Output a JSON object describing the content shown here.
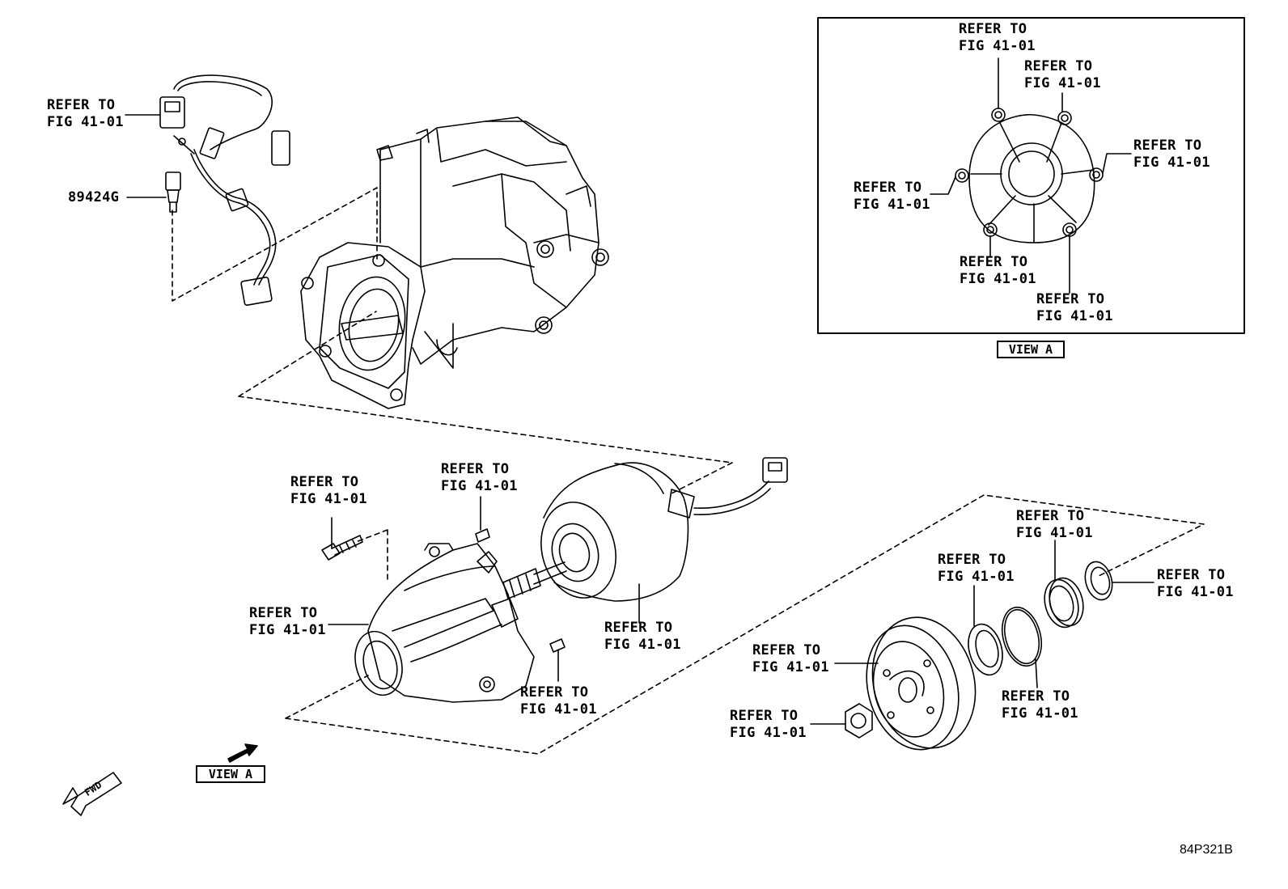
{
  "refer_label": {
    "line1": "REFER TO",
    "line2": "FIG 41-01"
  },
  "part_number_sensor": "89424G",
  "view_a_label": "VIEW A",
  "fwd_label": "FWD",
  "drawing_code": "84P321B",
  "callouts": [
    "refer-harness-connector",
    "refer-viewa-top",
    "refer-viewa-top-right",
    "refer-viewa-right",
    "refer-viewa-left",
    "refer-viewa-bottom-left",
    "refer-viewa-bottom-right",
    "refer-bolt",
    "refer-dowel-upper",
    "refer-motor-housing",
    "refer-dowel-lower",
    "refer-motor",
    "refer-bearing-outer",
    "refer-snap-ring-upper",
    "refer-oil-seal-outer",
    "refer-drum",
    "refer-oil-seal-inner",
    "refer-snap-ring-lower",
    "refer-lock-nut"
  ]
}
